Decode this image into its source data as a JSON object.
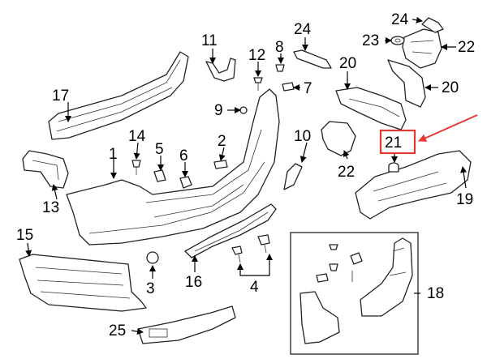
{
  "diagram": {
    "callouts": {
      "c1": "1",
      "c2": "2",
      "c3": "3",
      "c4": "4",
      "c5": "5",
      "c6": "6",
      "c7": "7",
      "c8": "8",
      "c9": "9",
      "c10": "10",
      "c11": "11",
      "c12": "12",
      "c13": "13",
      "c14": "14",
      "c15": "15",
      "c16": "16",
      "c17": "17",
      "c18": "18",
      "c19": "19",
      "c20a": "20",
      "c20b": "20",
      "c21": "21",
      "c22a": "22",
      "c22b": "22",
      "c23": "23",
      "c24a": "24",
      "c24b": "24",
      "c25": "25"
    },
    "highlighted_part": "21",
    "colors": {
      "highlight": "#e53935",
      "line": "#222222",
      "background": "#ffffff"
    }
  }
}
